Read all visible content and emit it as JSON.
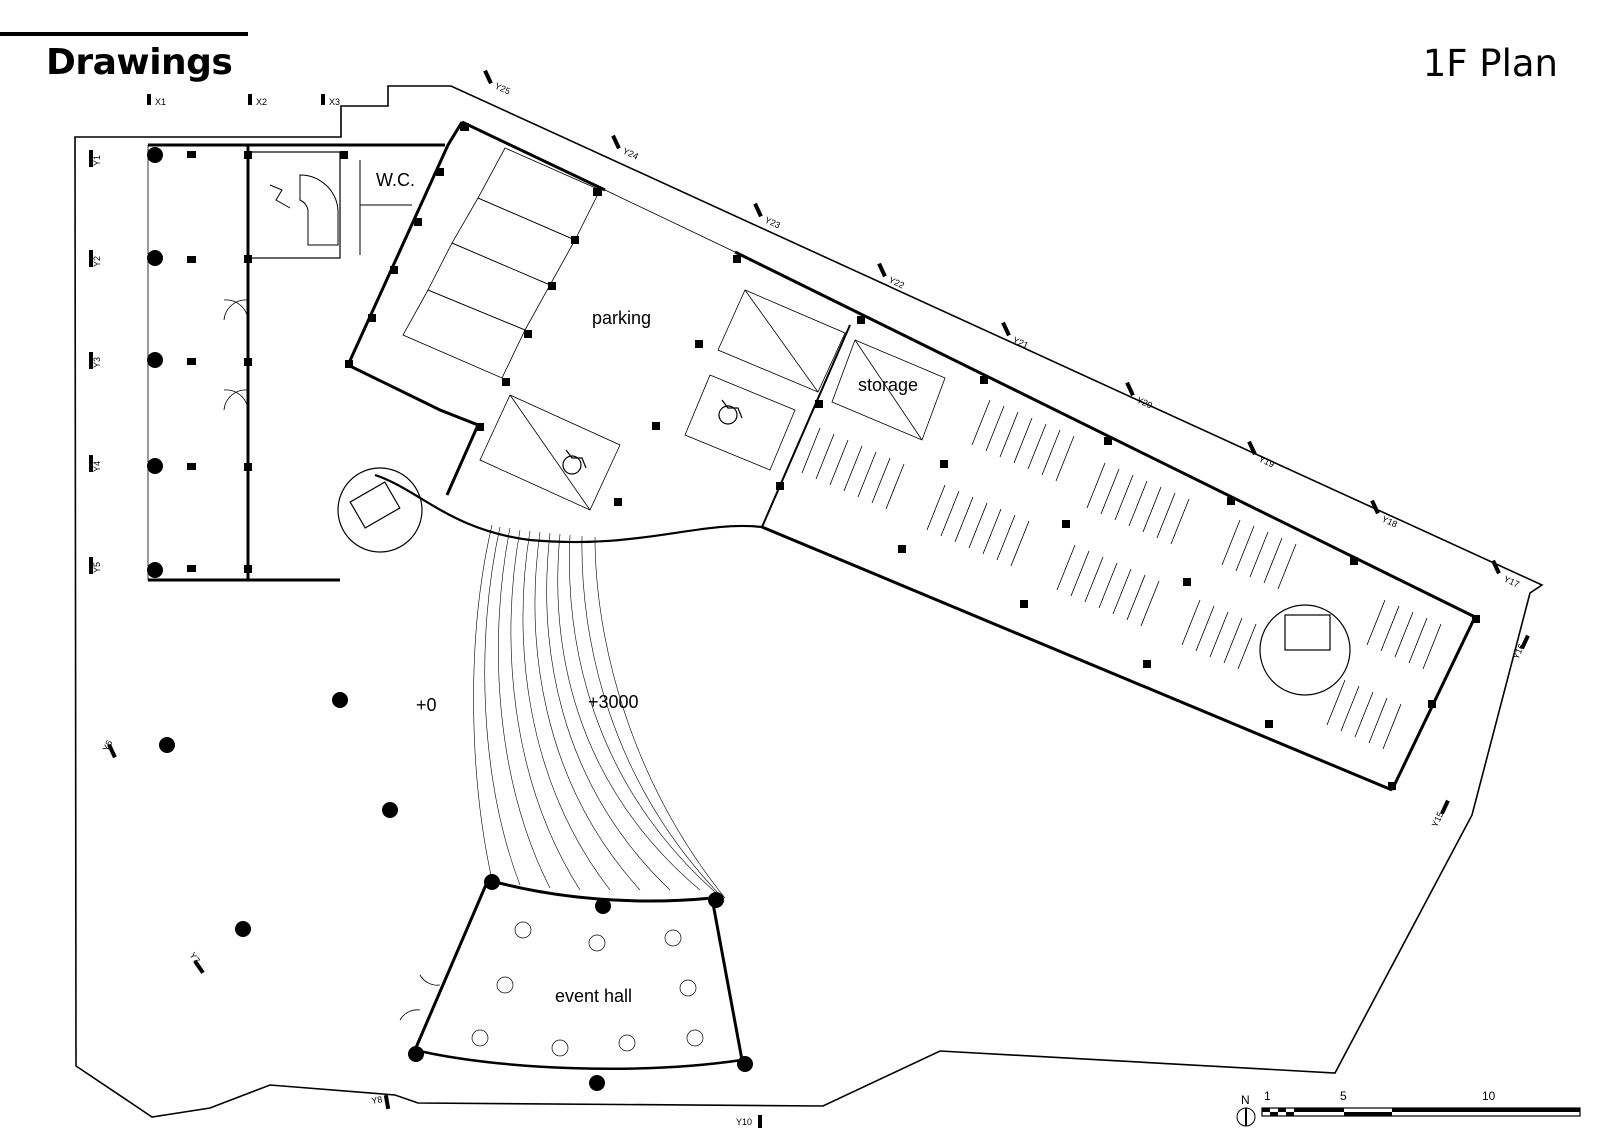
{
  "header": {
    "section_title": "Drawings",
    "plan_title": "1F Plan"
  },
  "rooms": {
    "wc": "W.C.",
    "parking": "parking",
    "storage": "storage",
    "event_hall": "event hall"
  },
  "levels": {
    "ground": "+0",
    "upper": "+3000"
  },
  "grid_x": [
    "X1",
    "X2",
    "X3"
  ],
  "grid_y": [
    "Y1",
    "Y2",
    "Y3",
    "Y4",
    "Y5",
    "Y6",
    "Y7",
    "Y8",
    "Y10",
    "Y15",
    "Y16",
    "Y17",
    "Y18",
    "Y19",
    "Y20",
    "Y21",
    "Y22",
    "Y23",
    "Y24",
    "Y25"
  ],
  "north_arrow": "N",
  "scale_bar": {
    "ticks": [
      "1",
      "5",
      "10"
    ]
  }
}
